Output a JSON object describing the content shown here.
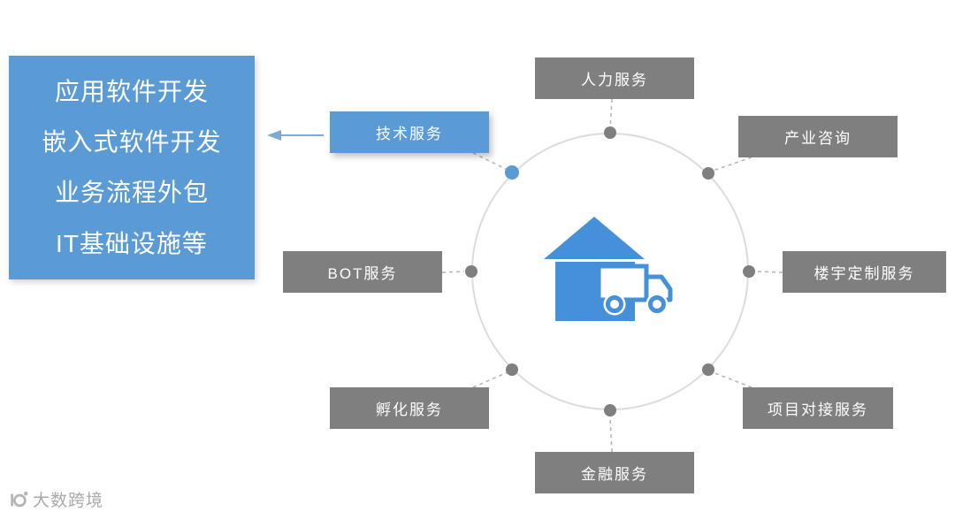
{
  "info_box": {
    "lines": [
      "应用软件开发",
      "嵌入式软件开发",
      "业务流程外包",
      "IT基础设施等"
    ]
  },
  "nodes": [
    {
      "label": "人力服务",
      "highlighted": false
    },
    {
      "label": "产业咨询",
      "highlighted": false
    },
    {
      "label": "楼宇定制服务",
      "highlighted": false
    },
    {
      "label": "项目对接服务",
      "highlighted": false
    },
    {
      "label": "金融服务",
      "highlighted": false
    },
    {
      "label": "孵化服务",
      "highlighted": false
    },
    {
      "label": "BOT服务",
      "highlighted": false
    },
    {
      "label": "技术服务",
      "highlighted": true
    }
  ],
  "center_icon": "building-with-truck",
  "watermark": {
    "text": "大数跨境"
  },
  "colors": {
    "accent": "#5B9BD5",
    "icon-blue": "#4590D9",
    "node-gray": "#7F7F7F",
    "ring": "#DCDCDC",
    "connector": "#B3B3B3"
  }
}
